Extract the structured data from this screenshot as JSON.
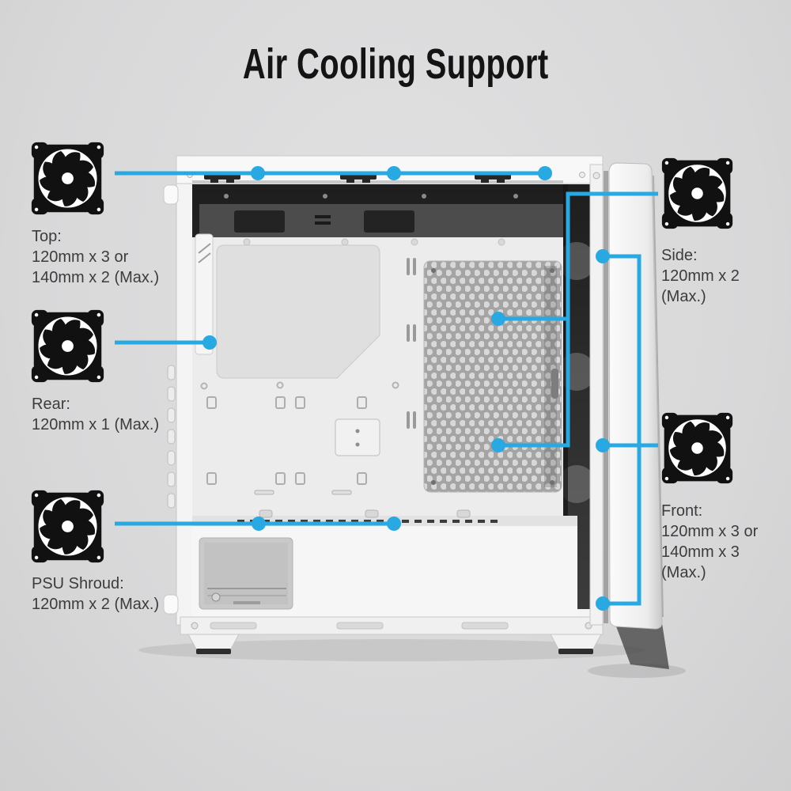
{
  "title": "Air Cooling Support",
  "accent_color": "#29a9e1",
  "annotations": {
    "top": {
      "label": "Top:",
      "lines": [
        "120mm x 3 or",
        "140mm x 2 (Max.)"
      ],
      "fan_positions": 3
    },
    "rear": {
      "label": "Rear:",
      "lines": [
        "120mm x 1 (Max.)"
      ],
      "fan_positions": 1
    },
    "psu": {
      "label": "PSU Shroud:",
      "lines": [
        "120mm x 2 (Max.)"
      ],
      "fan_positions": 2
    },
    "side": {
      "label": "Side:",
      "lines": [
        "120mm x 2",
        "(Max.)"
      ],
      "fan_positions": 2
    },
    "front": {
      "label": "Front:",
      "lines": [
        "120mm x 3 or",
        "140mm x 3",
        "(Max.)"
      ],
      "fan_positions": 3
    }
  }
}
